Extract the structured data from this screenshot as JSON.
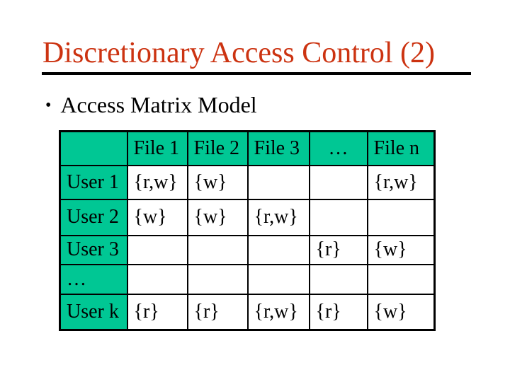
{
  "slide": {
    "title": "Discretionary Access Control (2)",
    "bullet_glyph": "•",
    "bullet_text": "Access Matrix Model"
  },
  "colors": {
    "title_red": "#CC3311",
    "table_green": "#00C794",
    "ink": "#000000"
  },
  "matrix": {
    "corner": "",
    "columns": [
      "File 1",
      "File 2",
      "File 3",
      "…",
      "File n"
    ],
    "rows": [
      {
        "label": "User 1",
        "cells": [
          "{r,w}",
          "{w}",
          "",
          "",
          "{r,w}"
        ]
      },
      {
        "label": "User 2",
        "cells": [
          "{w}",
          "{w}",
          "{r,w}",
          "",
          ""
        ]
      },
      {
        "label": "User 3",
        "cells": [
          "",
          "",
          "",
          "{r}",
          "{w}"
        ]
      },
      {
        "label": "…",
        "cells": [
          "",
          "",
          "",
          "",
          ""
        ]
      },
      {
        "label": "User k",
        "cells": [
          "{r}",
          "{r}",
          "{r,w}",
          "{r}",
          "{w}"
        ]
      }
    ]
  }
}
